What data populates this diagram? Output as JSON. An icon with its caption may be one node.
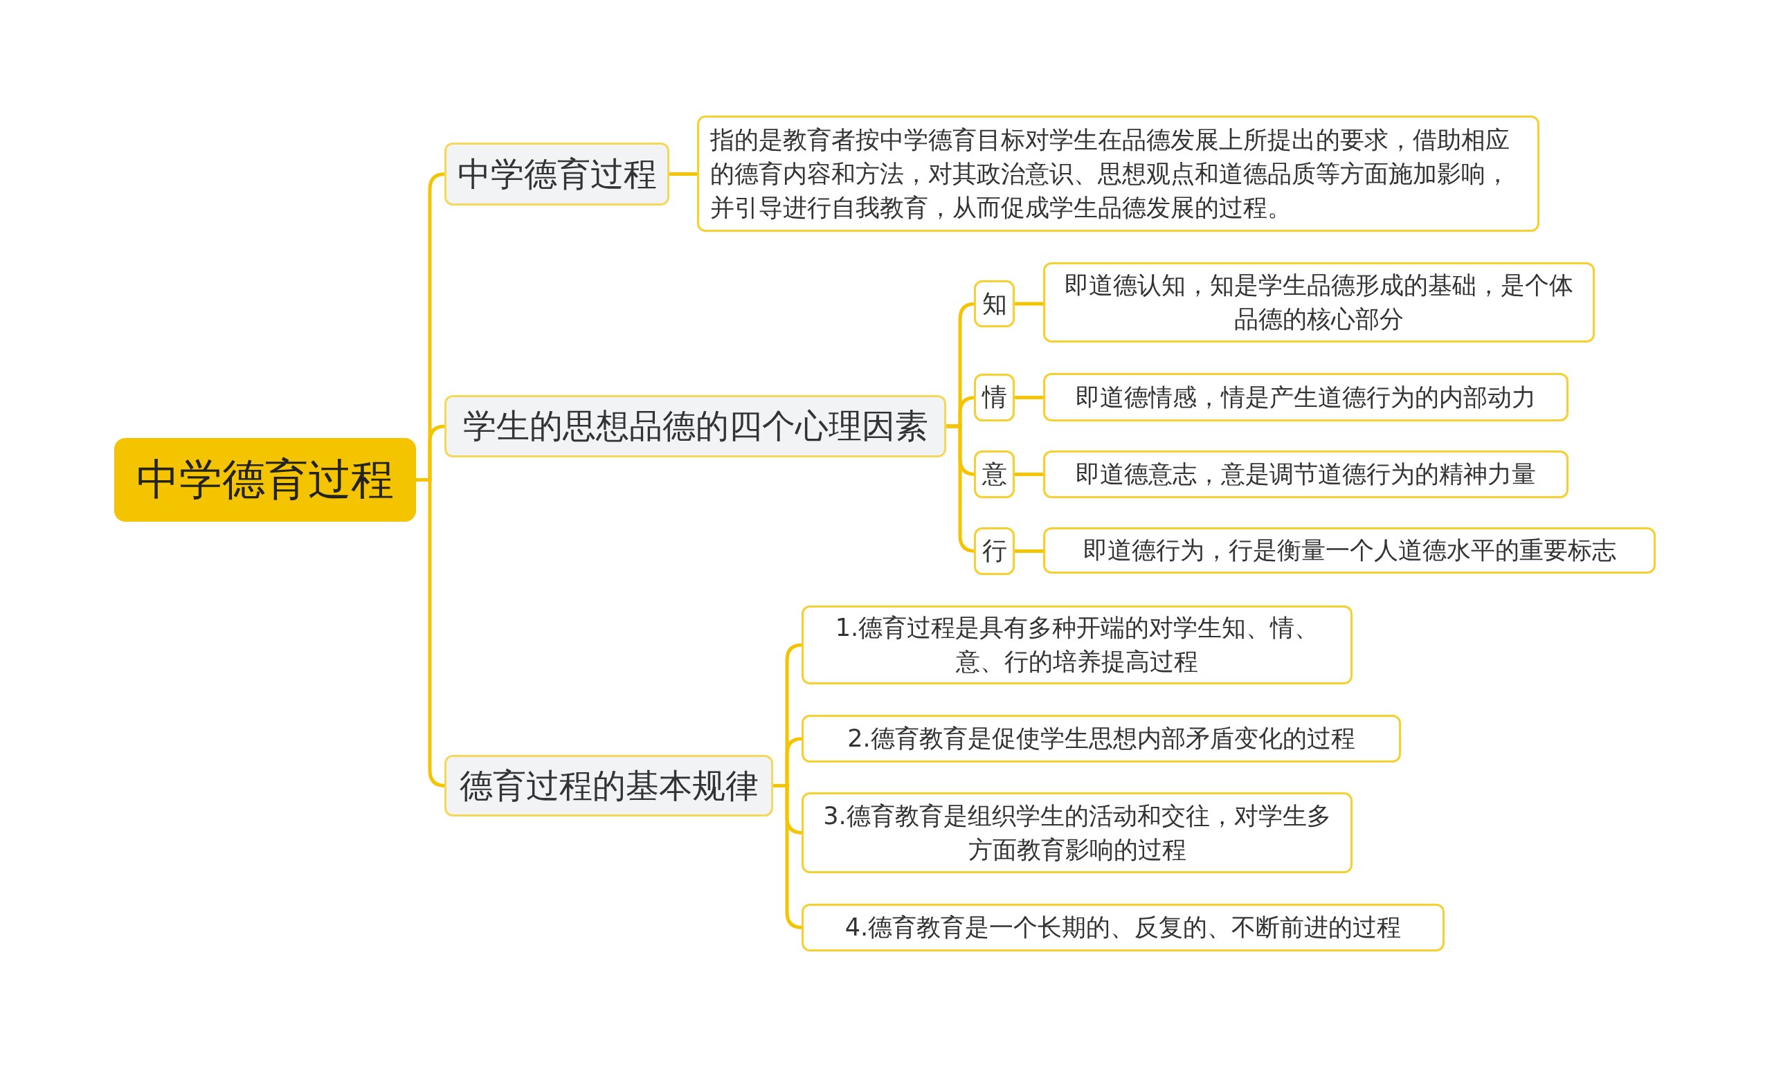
{
  "diagram": {
    "nodes": [
      {
        "text": [
          "中学德育过程"
        ]
      },
      {
        "text": [
          "中学德育过程"
        ]
      },
      {
        "text": [
          "指的是教育者按中学德育目标对学生在品德发展上所提出的要求，借助相应的德育内容和方法，对其政治意识、思想观点和道德品质等方面施加影响，并引导进行自我教育，从而促成学生品德发展的过程。"
        ]
      },
      {
        "text": [
          "学生的思想品德的四个心理因素"
        ]
      },
      {
        "text": [
          "知"
        ]
      },
      {
        "text": [
          "即道德认知，知是学生品德形成的基础，是个体品德的核心部分"
        ]
      },
      {
        "text": [
          "情"
        ]
      },
      {
        "text": [
          "即道德情感，情是产生道德行为的内部动力"
        ]
      },
      {
        "text": [
          "意"
        ]
      },
      {
        "text": [
          "即道德意志，意是调节道德行为的精神力量"
        ]
      },
      {
        "text": [
          "行"
        ]
      },
      {
        "text": [
          "即道德行为，行是衡量一个人道德水平的重要标志"
        ]
      },
      {
        "text": [
          "德育过程的基本规律"
        ]
      },
      {
        "text": [
          "1.德育过程是具有多种开端的对学生知、情、意、行的培养提高过程"
        ]
      },
      {
        "text": [
          "2.德育教育是促使学生思想内部矛盾变化的过程"
        ]
      },
      {
        "text": [
          "3.德育教育是组织学生的活动和交往，对学生多方面教育影响的过程"
        ]
      },
      {
        "text": [
          "4.德育教育是一个长期的、反复的、不断前进的过程"
        ]
      }
    ],
    "edges": [
      {
        "from": 0,
        "to": 1,
        "arrow": "none"
      },
      {
        "from": 1,
        "to": 2,
        "arrow": "none"
      },
      {
        "from": 0,
        "to": 3,
        "arrow": "none"
      },
      {
        "from": 3,
        "to": 4,
        "arrow": "none"
      },
      {
        "from": 4,
        "to": 5,
        "arrow": "none"
      },
      {
        "from": 3,
        "to": 6,
        "arrow": "none"
      },
      {
        "from": 6,
        "to": 7,
        "arrow": "none"
      },
      {
        "from": 3,
        "to": 8,
        "arrow": "none"
      },
      {
        "from": 8,
        "to": 9,
        "arrow": "none"
      },
      {
        "from": 3,
        "to": 10,
        "arrow": "none"
      },
      {
        "from": 10,
        "to": 11,
        "arrow": "none"
      },
      {
        "from": 0,
        "to": 12,
        "arrow": "none"
      },
      {
        "from": 12,
        "to": 13,
        "arrow": "none"
      },
      {
        "from": 12,
        "to": 14,
        "arrow": "none"
      },
      {
        "from": 12,
        "to": 15,
        "arrow": "none"
      },
      {
        "from": 12,
        "to": 16,
        "arrow": "none"
      }
    ]
  }
}
